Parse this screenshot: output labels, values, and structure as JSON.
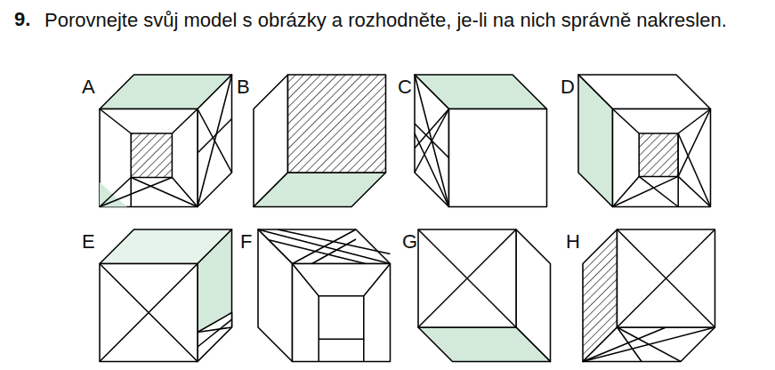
{
  "diagram": {
    "labels": [
      "9.",
      "Porovnejte svůj model s obrázky a rozhodněte, je-li na nich správně nakreslen.",
      "A",
      "B",
      "C",
      "D",
      "E",
      "F",
      "G",
      "H"
    ]
  }
}
